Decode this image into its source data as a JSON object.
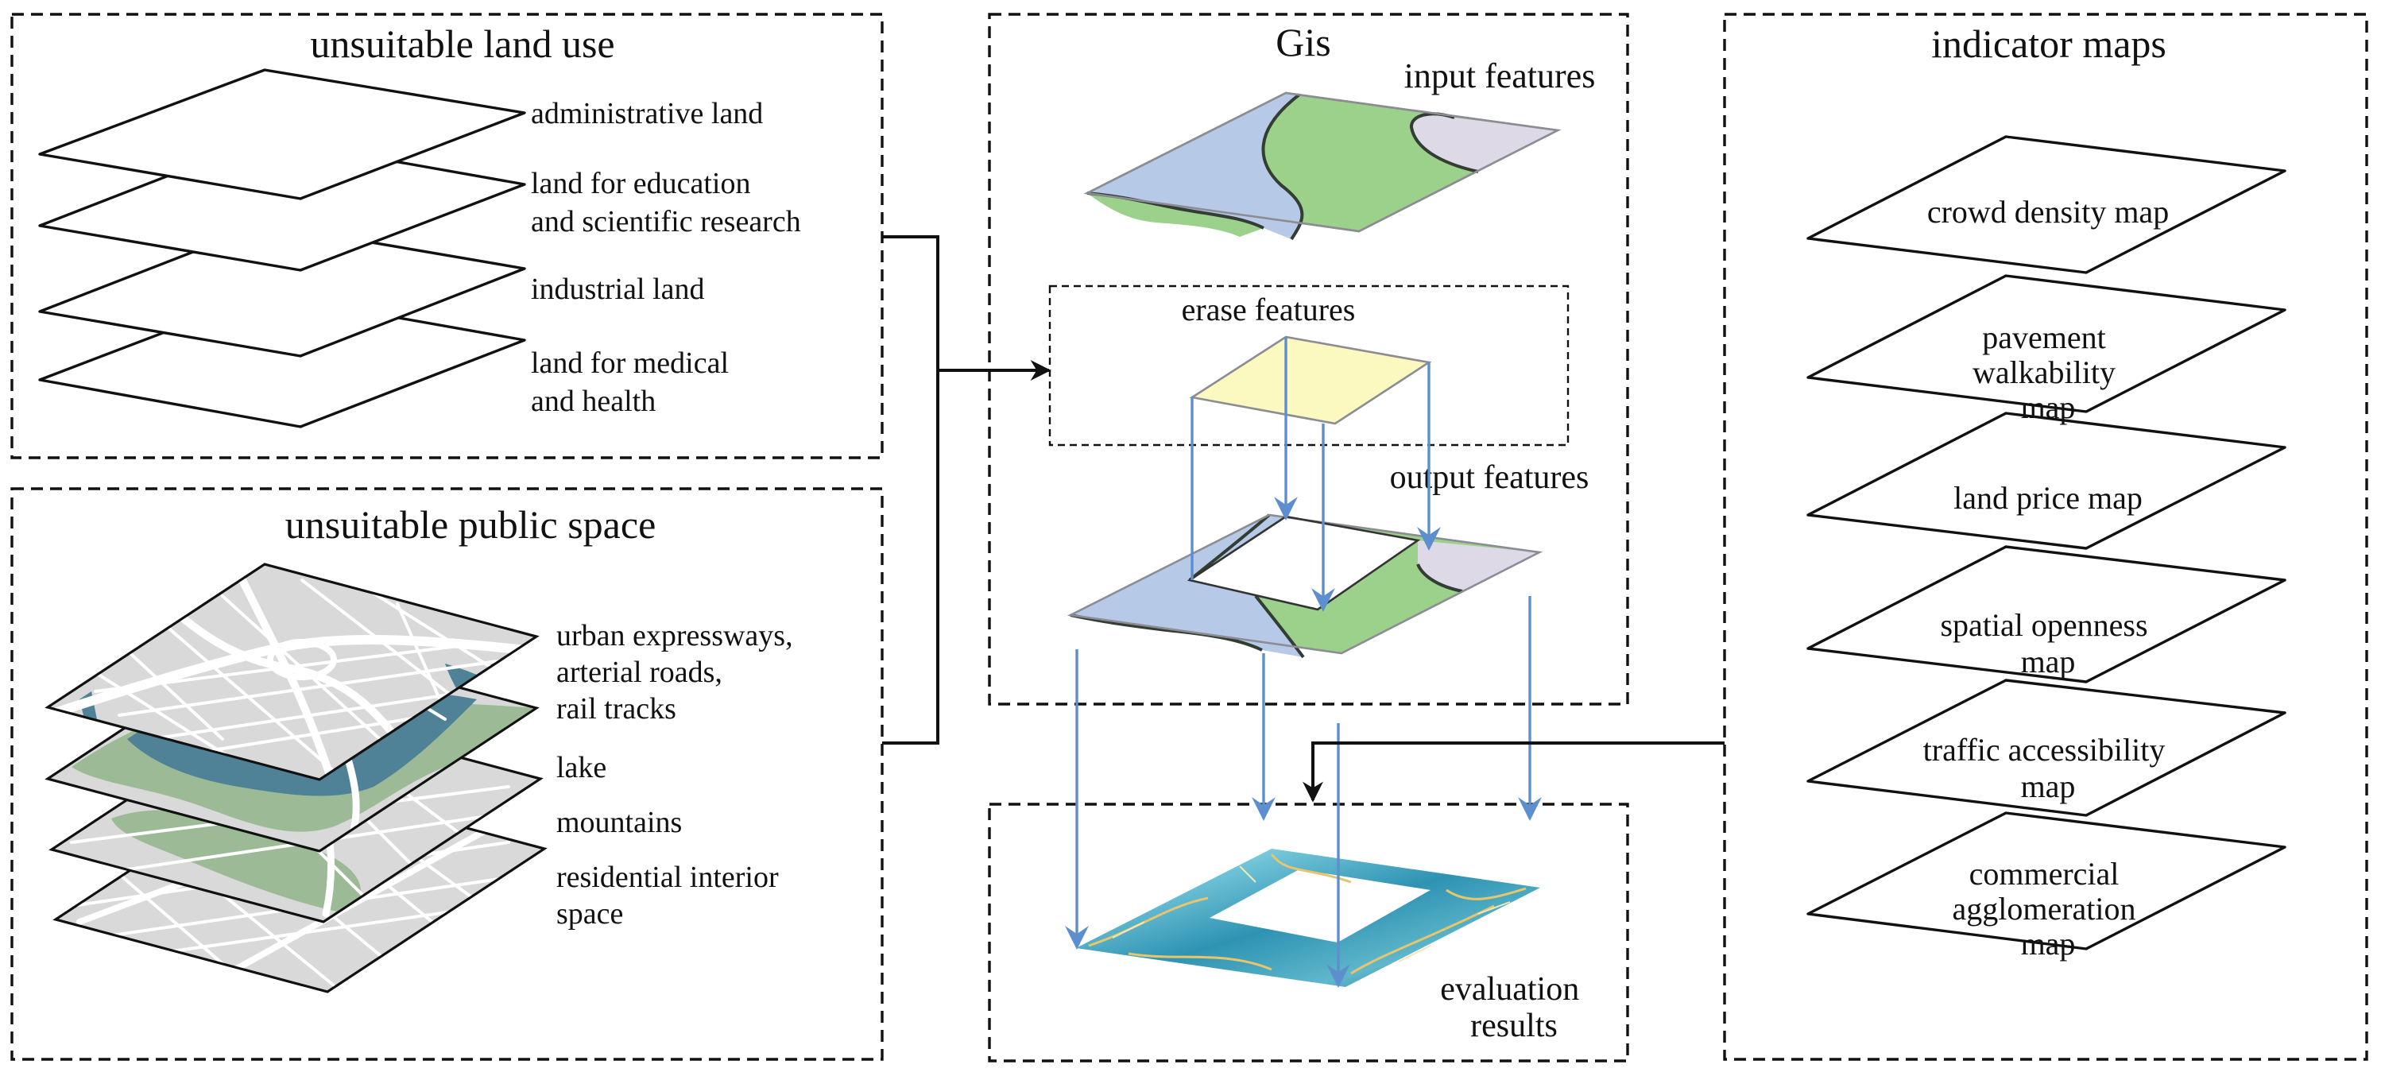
{
  "panels": {
    "land_use": {
      "title": "unsuitable land use",
      "layers": [
        {
          "lines": [
            "administrative land"
          ]
        },
        {
          "lines": [
            "land for education",
            "and scientific research"
          ]
        },
        {
          "lines": [
            "industrial land"
          ]
        },
        {
          "lines": [
            "land for medical",
            "and health"
          ]
        }
      ]
    },
    "public_space": {
      "title": "unsuitable public space",
      "layers": [
        {
          "lines": [
            "urban expressways,",
            "arterial roads,",
            "rail tracks"
          ]
        },
        {
          "lines": [
            "lake"
          ]
        },
        {
          "lines": [
            "mountains"
          ]
        },
        {
          "lines": [
            "residential interior",
            "space"
          ]
        }
      ]
    },
    "gis": {
      "title": "Gis",
      "input_label": "input features",
      "erase_label": "erase features",
      "output_label": "output features"
    },
    "results": {
      "lines": [
        "evaluation",
        "results"
      ]
    },
    "indicator_maps": {
      "title": "indicator maps",
      "maps": [
        {
          "lines": [
            "crowd density map"
          ]
        },
        {
          "lines": [
            "pavement",
            "walkability",
            "map"
          ]
        },
        {
          "lines": [
            "land price map"
          ]
        },
        {
          "lines": [
            "spatial openness",
            "map"
          ]
        },
        {
          "lines": [
            "traffic accessibility",
            "map"
          ]
        },
        {
          "lines": [
            "commercial",
            "agglomeration",
            "map"
          ]
        }
      ]
    }
  },
  "colors": {
    "input_blue": "#b6c9e6",
    "input_green": "#9bd18a",
    "input_lavender": "#ddd9e6",
    "erase_yellow": "#fbf8c0",
    "lake_teal": "#4f8297",
    "mountain_green": "#9cba96",
    "map_grey": "#d9d9d9",
    "arrow_blue": "#5d8fce"
  },
  "icons": {
    "flow_arrow": "arrow-right-icon",
    "projection_arrow": "arrow-down-icon"
  }
}
